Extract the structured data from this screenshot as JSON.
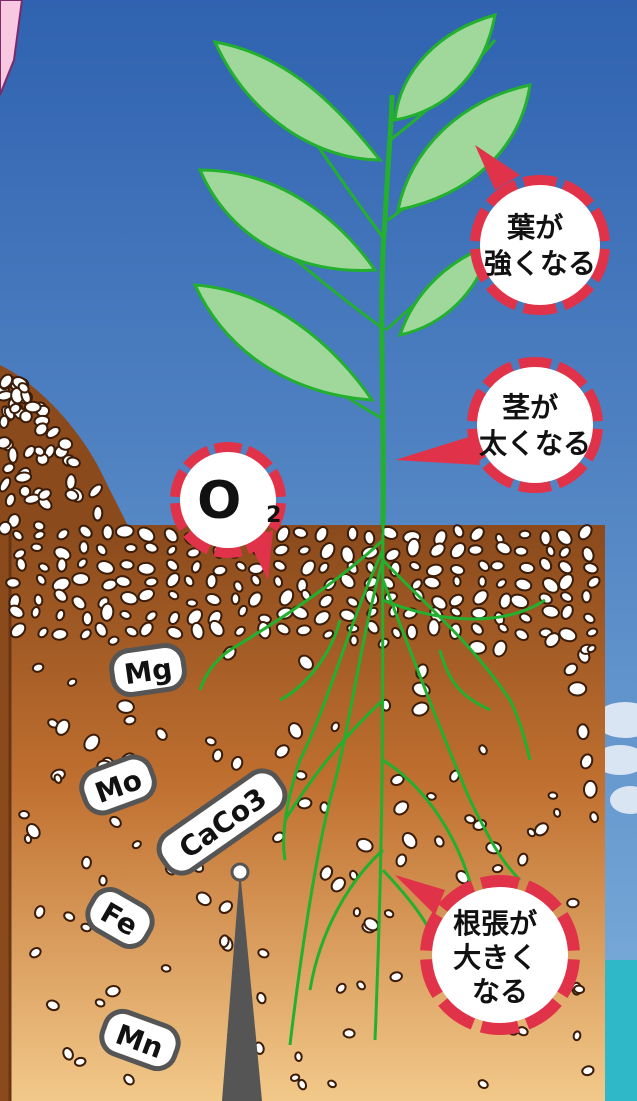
{
  "colors": {
    "sky_top": "#2f62b0",
    "sky_bottom": "#7fb0dc",
    "sea": "#2fb8c8",
    "soil_top": "#8a4a1c",
    "soil_bottom": "#f2c98a",
    "leaf": "#9fd89a",
    "stem": "#22b02e",
    "badge_red": "#e0334a"
  },
  "callouts": [
    {
      "id": "leaf",
      "lines": [
        "葉が",
        "強くなる"
      ]
    },
    {
      "id": "stem",
      "lines": [
        "茎が",
        "太くなる"
      ]
    },
    {
      "id": "root",
      "lines": [
        "根張が",
        "大きく",
        "なる"
      ]
    }
  ],
  "oxygen": {
    "symbol": "O",
    "subscript": "2"
  },
  "minerals": [
    "Mg",
    "Mo",
    "CaCo3",
    "Fe",
    "Mn"
  ]
}
